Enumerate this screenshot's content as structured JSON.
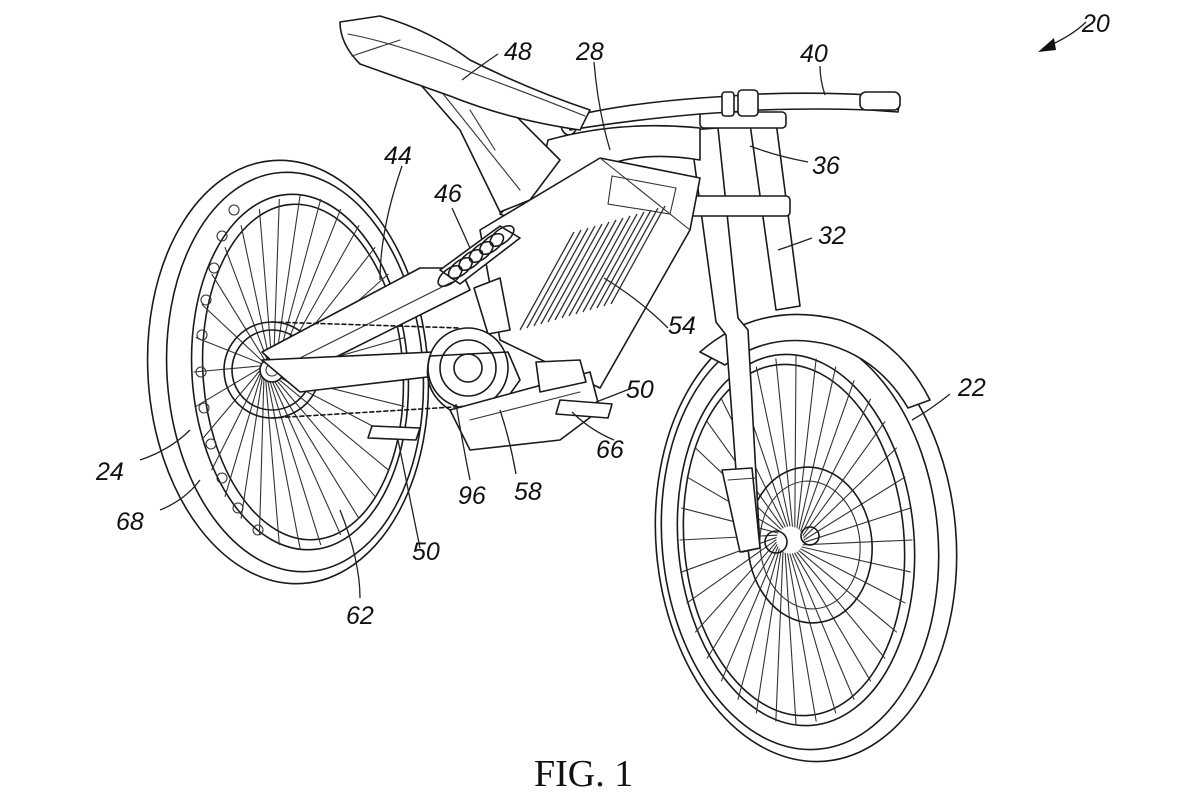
{
  "figure": {
    "caption": "FIG. 1",
    "assembly_ref": "20",
    "reference_numerals": {
      "front_wheel": "22",
      "rear_wheel": "24",
      "top_tube": "28",
      "front_fork": "32",
      "fork_crown": "36",
      "handlebar": "40",
      "swing_arm": "44",
      "rear_shock": "46",
      "seat": "48",
      "footpeg_right": "50",
      "footpeg_left": "50",
      "battery": "54",
      "motor": "58",
      "chain": "62",
      "skid_plate": "66",
      "rear_rim": "68",
      "crank_axle": "96"
    }
  }
}
